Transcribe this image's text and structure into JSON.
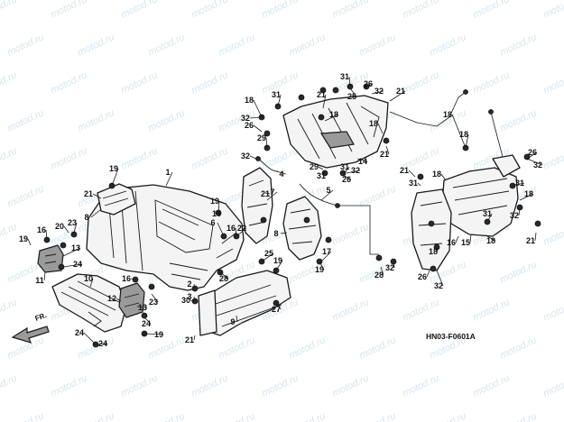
{
  "diagram_code": "HN03-F0601A",
  "front_label": "FR.",
  "watermark": "motod.ru",
  "callouts": [
    {
      "id": "c1",
      "text": "1"
    },
    {
      "id": "c2",
      "text": "2"
    },
    {
      "id": "c3",
      "text": "3"
    },
    {
      "id": "c4",
      "text": "4"
    },
    {
      "id": "c5",
      "text": "5"
    },
    {
      "id": "c6",
      "text": "6"
    },
    {
      "id": "c7",
      "text": "7"
    },
    {
      "id": "c8a",
      "text": "8"
    },
    {
      "id": "c8b",
      "text": "8"
    },
    {
      "id": "c9",
      "text": "9"
    },
    {
      "id": "c10",
      "text": "10"
    },
    {
      "id": "c11",
      "text": "11"
    },
    {
      "id": "c12",
      "text": "12"
    },
    {
      "id": "c13a",
      "text": "13"
    },
    {
      "id": "c13b",
      "text": "13"
    },
    {
      "id": "c14",
      "text": "14"
    },
    {
      "id": "c15",
      "text": "15"
    },
    {
      "id": "c16a",
      "text": "16"
    },
    {
      "id": "c16b",
      "text": "16"
    },
    {
      "id": "c16c",
      "text": "16"
    },
    {
      "id": "c16d",
      "text": "16"
    },
    {
      "id": "c16e",
      "text": "16"
    },
    {
      "id": "c17",
      "text": "17"
    },
    {
      "id": "c18a",
      "text": "18"
    },
    {
      "id": "c18b",
      "text": "18"
    },
    {
      "id": "c18c",
      "text": "18"
    },
    {
      "id": "c18d",
      "text": "18"
    },
    {
      "id": "c18e",
      "text": "18"
    },
    {
      "id": "c18f",
      "text": "18"
    },
    {
      "id": "c18g",
      "text": "18"
    },
    {
      "id": "c18h",
      "text": "18"
    },
    {
      "id": "c18i",
      "text": "18"
    },
    {
      "id": "c19a",
      "text": "19"
    },
    {
      "id": "c19b",
      "text": "19"
    },
    {
      "id": "c19c",
      "text": "19"
    },
    {
      "id": "c19d",
      "text": "19"
    },
    {
      "id": "c19e",
      "text": "19"
    },
    {
      "id": "c19f",
      "text": "19"
    },
    {
      "id": "c20",
      "text": "20"
    },
    {
      "id": "c21a",
      "text": "21"
    },
    {
      "id": "c21b",
      "text": "21"
    },
    {
      "id": "c21c",
      "text": "21"
    },
    {
      "id": "c21d",
      "text": "21"
    },
    {
      "id": "c21e",
      "text": "21"
    },
    {
      "id": "c21f",
      "text": "21"
    },
    {
      "id": "c21g",
      "text": "21"
    },
    {
      "id": "c21h",
      "text": "21"
    },
    {
      "id": "c22",
      "text": "22"
    },
    {
      "id": "c23a",
      "text": "23"
    },
    {
      "id": "c23b",
      "text": "23"
    },
    {
      "id": "c24a",
      "text": "24"
    },
    {
      "id": "c24b",
      "text": "24"
    },
    {
      "id": "c24c",
      "text": "24"
    },
    {
      "id": "c24d",
      "text": "24"
    },
    {
      "id": "c25a",
      "text": "25"
    },
    {
      "id": "c25b",
      "text": "25"
    },
    {
      "id": "c26a",
      "text": "26"
    },
    {
      "id": "c26b",
      "text": "26"
    },
    {
      "id": "c26c",
      "text": "26"
    },
    {
      "id": "c26d",
      "text": "26"
    },
    {
      "id": "c26e",
      "text": "26"
    },
    {
      "id": "c27",
      "text": "27"
    },
    {
      "id": "c28a",
      "text": "28"
    },
    {
      "id": "c28b",
      "text": "28"
    },
    {
      "id": "c29a",
      "text": "29"
    },
    {
      "id": "c29b",
      "text": "29"
    },
    {
      "id": "c30",
      "text": "30"
    },
    {
      "id": "c31a",
      "text": "31"
    },
    {
      "id": "c31b",
      "text": "31"
    },
    {
      "id": "c31c",
      "text": "31"
    },
    {
      "id": "c31d",
      "text": "31"
    },
    {
      "id": "c31e",
      "text": "31"
    },
    {
      "id": "c31f",
      "text": "31"
    },
    {
      "id": "c31g",
      "text": "31"
    },
    {
      "id": "c32a",
      "text": "32"
    },
    {
      "id": "c32b",
      "text": "32"
    },
    {
      "id": "c32c",
      "text": "32"
    },
    {
      "id": "c32d",
      "text": "32"
    },
    {
      "id": "c32e",
      "text": "32"
    },
    {
      "id": "c32f",
      "text": "32"
    },
    {
      "id": "c32g",
      "text": "32"
    },
    {
      "id": "c32h",
      "text": "32"
    }
  ]
}
